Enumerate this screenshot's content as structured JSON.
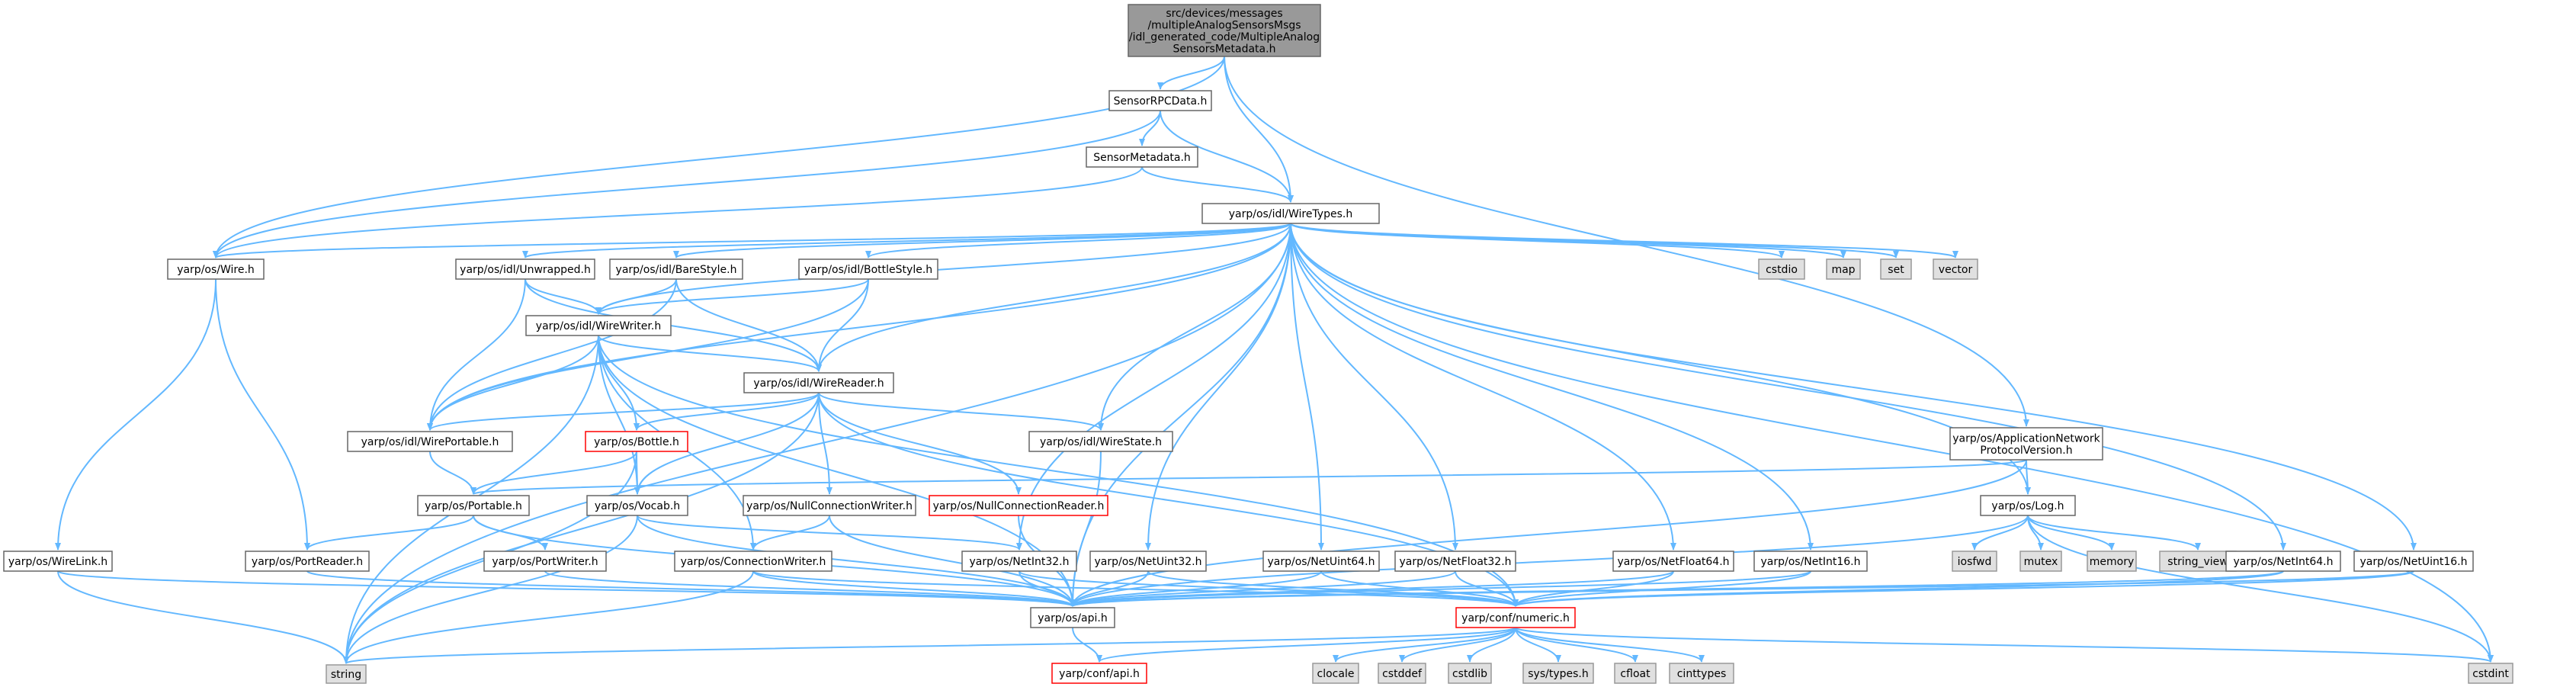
{
  "colors": {
    "edge": "#63b8ff",
    "root_fill": "#999999",
    "root_border": "#666666",
    "node_fill": "#ffffff",
    "node_border": "#666666",
    "system_fill": "#e0e0e0",
    "system_border": "#999999",
    "missing_border": "#ff0000",
    "text": "#000000"
  },
  "nodes": [
    {
      "id": "root",
      "kind": "root",
      "lines": [
        "src/devices/messages",
        "/multipleAnalogSensorsMsgs",
        "/idl_generated_code/MultipleAnalog",
        "SensorsMetadata.h"
      ]
    },
    {
      "id": "rpc",
      "kind": "normal",
      "lines": [
        "SensorRPCData.h"
      ]
    },
    {
      "id": "meta",
      "kind": "normal",
      "lines": [
        "SensorMetadata.h"
      ]
    },
    {
      "id": "wt",
      "kind": "normal",
      "lines": [
        "yarp/os/idl/WireTypes.h"
      ]
    },
    {
      "id": "wire",
      "kind": "normal",
      "lines": [
        "yarp/os/Wire.h"
      ]
    },
    {
      "id": "unwrapped",
      "kind": "normal",
      "lines": [
        "yarp/os/idl/Unwrapped.h"
      ]
    },
    {
      "id": "bare",
      "kind": "normal",
      "lines": [
        "yarp/os/idl/BareStyle.h"
      ]
    },
    {
      "id": "bottlestyle",
      "kind": "normal",
      "lines": [
        "yarp/os/idl/BottleStyle.h"
      ]
    },
    {
      "id": "cstdio",
      "kind": "system",
      "lines": [
        "cstdio"
      ]
    },
    {
      "id": "map",
      "kind": "system",
      "lines": [
        "map"
      ]
    },
    {
      "id": "set",
      "kind": "system",
      "lines": [
        "set"
      ]
    },
    {
      "id": "vector",
      "kind": "system",
      "lines": [
        "vector"
      ]
    },
    {
      "id": "ww",
      "kind": "normal",
      "lines": [
        "yarp/os/idl/WireWriter.h"
      ]
    },
    {
      "id": "wr",
      "kind": "normal",
      "lines": [
        "yarp/os/idl/WireReader.h"
      ]
    },
    {
      "id": "wp",
      "kind": "normal",
      "lines": [
        "yarp/os/idl/WirePortable.h"
      ]
    },
    {
      "id": "bottle",
      "kind": "missing",
      "lines": [
        "yarp/os/Bottle.h"
      ]
    },
    {
      "id": "wirestate",
      "kind": "normal",
      "lines": [
        "yarp/os/idl/WireState.h"
      ]
    },
    {
      "id": "apnv",
      "kind": "normal",
      "lines": [
        "yarp/os/ApplicationNetwork",
        "ProtocolVersion.h"
      ]
    },
    {
      "id": "portable",
      "kind": "normal",
      "lines": [
        "yarp/os/Portable.h"
      ]
    },
    {
      "id": "vocab",
      "kind": "normal",
      "lines": [
        "yarp/os/Vocab.h"
      ]
    },
    {
      "id": "ncw",
      "kind": "normal",
      "lines": [
        "yarp/os/NullConnectionWriter.h"
      ]
    },
    {
      "id": "ncr",
      "kind": "missing",
      "lines": [
        "yarp/os/NullConnectionReader.h"
      ]
    },
    {
      "id": "log",
      "kind": "normal",
      "lines": [
        "yarp/os/Log.h"
      ]
    },
    {
      "id": "iosfwd",
      "kind": "system",
      "lines": [
        "iosfwd"
      ]
    },
    {
      "id": "mutex",
      "kind": "system",
      "lines": [
        "mutex"
      ]
    },
    {
      "id": "memory",
      "kind": "system",
      "lines": [
        "memory"
      ]
    },
    {
      "id": "string_view",
      "kind": "system",
      "lines": [
        "string_view"
      ]
    },
    {
      "id": "wirelink",
      "kind": "normal",
      "lines": [
        "yarp/os/WireLink.h"
      ]
    },
    {
      "id": "portreader",
      "kind": "normal",
      "lines": [
        "yarp/os/PortReader.h"
      ]
    },
    {
      "id": "portwriter",
      "kind": "normal",
      "lines": [
        "yarp/os/PortWriter.h"
      ]
    },
    {
      "id": "connwriter",
      "kind": "normal",
      "lines": [
        "yarp/os/ConnectionWriter.h"
      ]
    },
    {
      "id": "ni32",
      "kind": "normal",
      "lines": [
        "yarp/os/NetInt32.h"
      ]
    },
    {
      "id": "nu32",
      "kind": "normal",
      "lines": [
        "yarp/os/NetUint32.h"
      ]
    },
    {
      "id": "nu64",
      "kind": "normal",
      "lines": [
        "yarp/os/NetUint64.h"
      ]
    },
    {
      "id": "nf32",
      "kind": "normal",
      "lines": [
        "yarp/os/NetFloat32.h"
      ]
    },
    {
      "id": "nf64",
      "kind": "normal",
      "lines": [
        "yarp/os/NetFloat64.h"
      ]
    },
    {
      "id": "ni16",
      "kind": "normal",
      "lines": [
        "yarp/os/NetInt16.h"
      ]
    },
    {
      "id": "ni64",
      "kind": "normal",
      "lines": [
        "yarp/os/NetInt64.h"
      ]
    },
    {
      "id": "nu16",
      "kind": "normal",
      "lines": [
        "yarp/os/NetUint16.h"
      ]
    },
    {
      "id": "api",
      "kind": "normal",
      "lines": [
        "yarp/os/api.h"
      ]
    },
    {
      "id": "numeric",
      "kind": "missing",
      "lines": [
        "yarp/conf/numeric.h"
      ]
    },
    {
      "id": "string",
      "kind": "system",
      "lines": [
        "string"
      ]
    },
    {
      "id": "confapi",
      "kind": "missing",
      "lines": [
        "yarp/conf/api.h"
      ]
    },
    {
      "id": "clocale",
      "kind": "system",
      "lines": [
        "clocale"
      ]
    },
    {
      "id": "cstddef",
      "kind": "system",
      "lines": [
        "cstddef"
      ]
    },
    {
      "id": "cstdlib",
      "kind": "system",
      "lines": [
        "cstdlib"
      ]
    },
    {
      "id": "systypes",
      "kind": "system",
      "lines": [
        "sys/types.h"
      ]
    },
    {
      "id": "cfloat",
      "kind": "system",
      "lines": [
        "cfloat"
      ]
    },
    {
      "id": "cinttypes",
      "kind": "system",
      "lines": [
        "cinttypes"
      ]
    },
    {
      "id": "cstdint",
      "kind": "system",
      "lines": [
        "cstdint"
      ]
    }
  ],
  "edges": [
    [
      "root",
      "rpc"
    ],
    [
      "root",
      "wt"
    ],
    [
      "root",
      "wire"
    ],
    [
      "root",
      "apnv"
    ],
    [
      "rpc",
      "meta"
    ],
    [
      "rpc",
      "wt"
    ],
    [
      "rpc",
      "wire"
    ],
    [
      "meta",
      "wt"
    ],
    [
      "meta",
      "wire"
    ],
    [
      "wt",
      "wire"
    ],
    [
      "wt",
      "unwrapped"
    ],
    [
      "wt",
      "bare"
    ],
    [
      "wt",
      "bottlestyle"
    ],
    [
      "wt",
      "cstdio"
    ],
    [
      "wt",
      "map"
    ],
    [
      "wt",
      "set"
    ],
    [
      "wt",
      "vector"
    ],
    [
      "wt",
      "ww"
    ],
    [
      "wt",
      "wr"
    ],
    [
      "wt",
      "wp"
    ],
    [
      "wt",
      "wirestate"
    ],
    [
      "wt",
      "string"
    ],
    [
      "wt",
      "log"
    ],
    [
      "wt",
      "ni32"
    ],
    [
      "wt",
      "nu32"
    ],
    [
      "wt",
      "nu64"
    ],
    [
      "wt",
      "nf32"
    ],
    [
      "wt",
      "nf64"
    ],
    [
      "wt",
      "ni16"
    ],
    [
      "wt",
      "ni64"
    ],
    [
      "wt",
      "nu16"
    ],
    [
      "wt",
      "cstdint"
    ],
    [
      "wt",
      "api"
    ],
    [
      "wire",
      "wirelink"
    ],
    [
      "wire",
      "portreader"
    ],
    [
      "unwrapped",
      "ww"
    ],
    [
      "unwrapped",
      "wr"
    ],
    [
      "unwrapped",
      "wp"
    ],
    [
      "bare",
      "ww"
    ],
    [
      "bare",
      "wr"
    ],
    [
      "bare",
      "wp"
    ],
    [
      "bottlestyle",
      "ww"
    ],
    [
      "bottlestyle",
      "wr"
    ],
    [
      "bottlestyle",
      "wp"
    ],
    [
      "ww",
      "wr"
    ],
    [
      "ww",
      "wp"
    ],
    [
      "ww",
      "bottle"
    ],
    [
      "ww",
      "vocab"
    ],
    [
      "ww",
      "connwriter"
    ],
    [
      "ww",
      "string"
    ],
    [
      "ww",
      "api"
    ],
    [
      "ww",
      "numeric"
    ],
    [
      "wr",
      "wp"
    ],
    [
      "wr",
      "bottle"
    ],
    [
      "wr",
      "wirestate"
    ],
    [
      "wr",
      "vocab"
    ],
    [
      "wr",
      "ncw"
    ],
    [
      "wr",
      "ncr"
    ],
    [
      "wr",
      "string"
    ],
    [
      "wr",
      "numeric"
    ],
    [
      "wp",
      "portable"
    ],
    [
      "bottle",
      "portable"
    ],
    [
      "bottle",
      "vocab"
    ],
    [
      "bottle",
      "string"
    ],
    [
      "wirestate",
      "api"
    ],
    [
      "apnv",
      "portable"
    ],
    [
      "apnv",
      "log"
    ],
    [
      "apnv",
      "api"
    ],
    [
      "portable",
      "portreader"
    ],
    [
      "portable",
      "portwriter"
    ],
    [
      "portable",
      "api"
    ],
    [
      "vocab",
      "ni32"
    ],
    [
      "vocab",
      "string"
    ],
    [
      "vocab",
      "api"
    ],
    [
      "ncw",
      "connwriter"
    ],
    [
      "ncw",
      "api"
    ],
    [
      "ncr",
      "api"
    ],
    [
      "log",
      "iosfwd"
    ],
    [
      "log",
      "mutex"
    ],
    [
      "log",
      "memory"
    ],
    [
      "log",
      "string_view"
    ],
    [
      "log",
      "cstdint"
    ],
    [
      "log",
      "api"
    ],
    [
      "wirelink",
      "string"
    ],
    [
      "wirelink",
      "api"
    ],
    [
      "portreader",
      "api"
    ],
    [
      "portwriter",
      "api"
    ],
    [
      "connwriter",
      "api"
    ],
    [
      "connwriter",
      "string"
    ],
    [
      "connwriter",
      "numeric"
    ],
    [
      "ni32",
      "api"
    ],
    [
      "ni32",
      "numeric"
    ],
    [
      "nu32",
      "api"
    ],
    [
      "nu32",
      "numeric"
    ],
    [
      "nu64",
      "api"
    ],
    [
      "nu64",
      "numeric"
    ],
    [
      "nf32",
      "api"
    ],
    [
      "nf32",
      "numeric"
    ],
    [
      "nf64",
      "api"
    ],
    [
      "nf64",
      "numeric"
    ],
    [
      "ni16",
      "api"
    ],
    [
      "ni16",
      "numeric"
    ],
    [
      "ni64",
      "api"
    ],
    [
      "ni64",
      "numeric"
    ],
    [
      "nu16",
      "api"
    ],
    [
      "nu16",
      "numeric"
    ],
    [
      "api",
      "confapi"
    ],
    [
      "numeric",
      "confapi"
    ],
    [
      "numeric",
      "clocale"
    ],
    [
      "numeric",
      "cstddef"
    ],
    [
      "numeric",
      "cstdlib"
    ],
    [
      "numeric",
      "systypes"
    ],
    [
      "numeric",
      "cfloat"
    ],
    [
      "numeric",
      "cinttypes"
    ],
    [
      "numeric",
      "cstdint"
    ],
    [
      "numeric",
      "string"
    ]
  ]
}
